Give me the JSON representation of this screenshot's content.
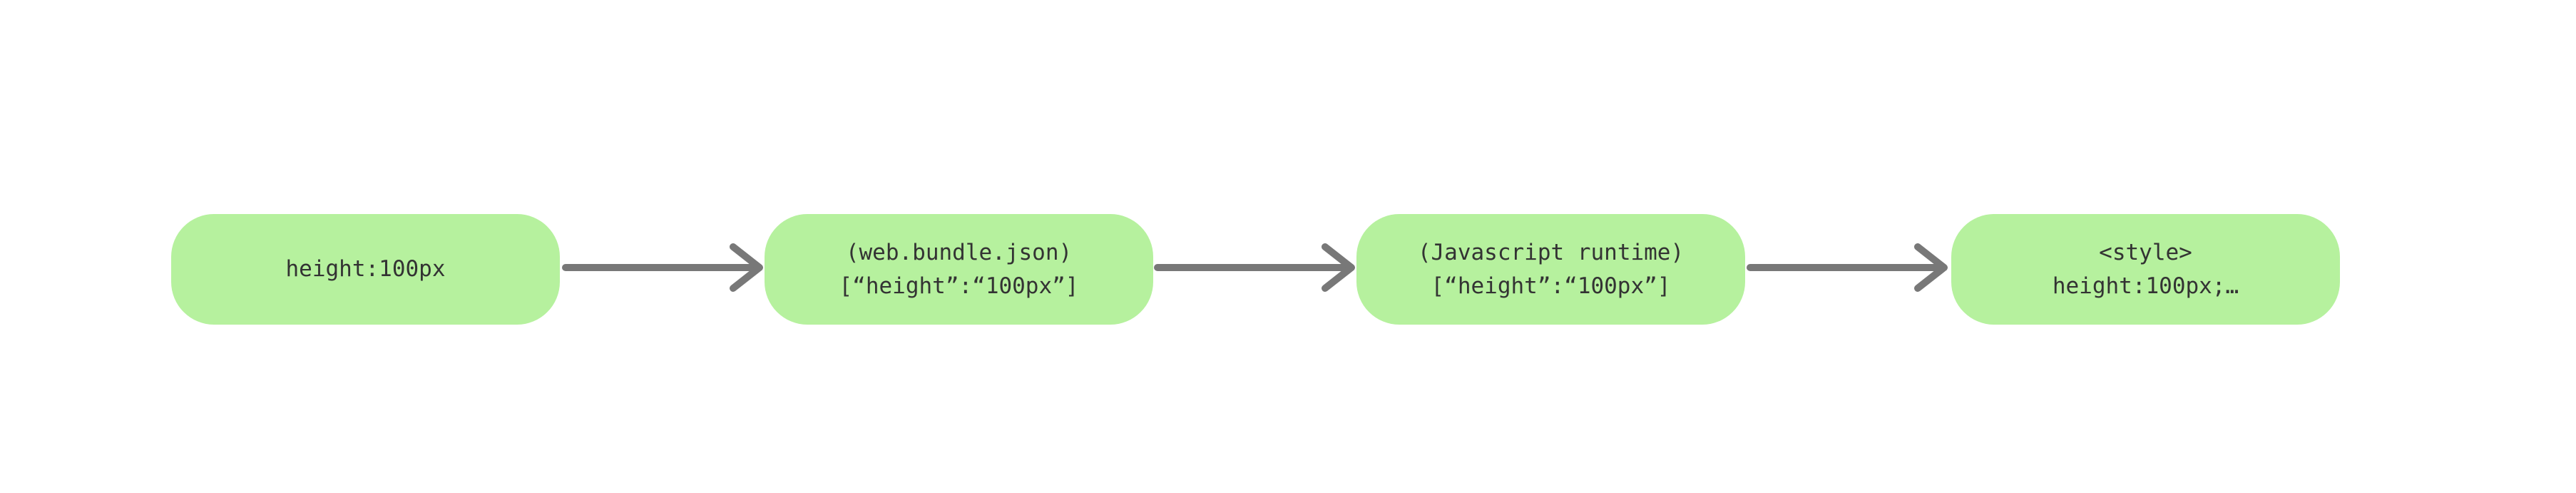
{
  "diagram": {
    "nodes": [
      {
        "line1": "height:100px"
      },
      {
        "line1": "(web.bundle.json)",
        "line2": "[“height”:“100px”]"
      },
      {
        "line1": "(Javascript runtime)",
        "line2": "[“height”:“100px”]"
      },
      {
        "line1": "<style>",
        "line2": "height:100px;…"
      }
    ],
    "arrow_count": 3
  },
  "colors": {
    "node_fill": "#b6f19e",
    "arrow": "#787878",
    "text": "#333333",
    "background": "#ffffff"
  }
}
